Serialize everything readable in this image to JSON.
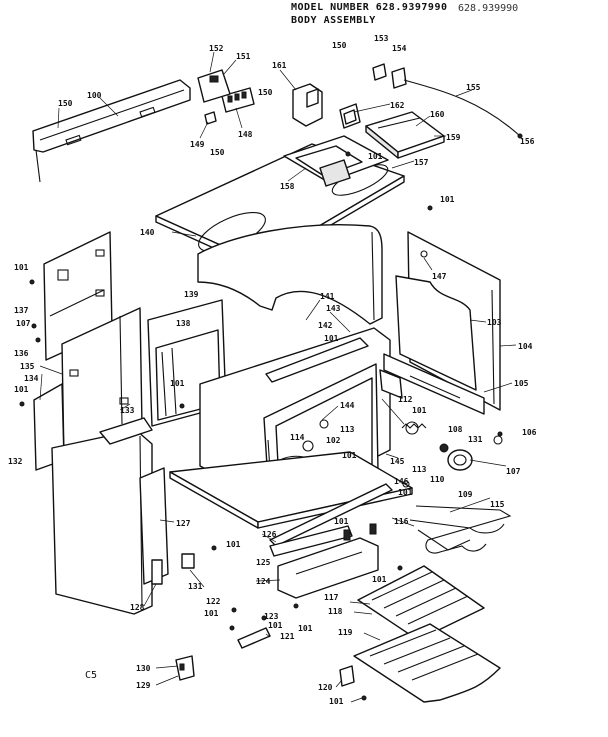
{
  "header": {
    "model_line": "MODEL NUMBER 628.9397990",
    "model_handwritten": "628.939990",
    "title": "BODY ASSEMBLY"
  },
  "diagram_code": "C5",
  "callouts": [
    {
      "id": "c-152",
      "label": "152"
    },
    {
      "id": "c-151",
      "label": "151"
    },
    {
      "id": "c-150a",
      "label": "150"
    },
    {
      "id": "c-100",
      "label": "100"
    },
    {
      "id": "c-150b",
      "label": "150"
    },
    {
      "id": "c-149",
      "label": "149"
    },
    {
      "id": "c-150c",
      "label": "150"
    },
    {
      "id": "c-148",
      "label": "148"
    },
    {
      "id": "c-161",
      "label": "161"
    },
    {
      "id": "c-150d",
      "label": "150"
    },
    {
      "id": "c-153",
      "label": "153"
    },
    {
      "id": "c-154a",
      "label": "154"
    },
    {
      "id": "c-155",
      "label": "155"
    },
    {
      "id": "c-162",
      "label": "162"
    },
    {
      "id": "c-160",
      "label": "160"
    },
    {
      "id": "c-159",
      "label": "159"
    },
    {
      "id": "c-156",
      "label": "156"
    },
    {
      "id": "c-101a",
      "label": "101"
    },
    {
      "id": "c-157",
      "label": "157"
    },
    {
      "id": "c-158",
      "label": "158"
    },
    {
      "id": "c-101b",
      "label": "101"
    },
    {
      "id": "c-140",
      "label": "140"
    },
    {
      "id": "c-147",
      "label": "147"
    },
    {
      "id": "c-101c",
      "label": "101"
    },
    {
      "id": "c-137",
      "label": "137"
    },
    {
      "id": "c-107",
      "label": "107"
    },
    {
      "id": "c-136",
      "label": "136"
    },
    {
      "id": "c-139",
      "label": "139"
    },
    {
      "id": "c-138",
      "label": "138"
    },
    {
      "id": "c-141",
      "label": "141"
    },
    {
      "id": "c-142",
      "label": "142"
    },
    {
      "id": "c-143",
      "label": "143"
    },
    {
      "id": "c-101d",
      "label": "101"
    },
    {
      "id": "c-103",
      "label": "103"
    },
    {
      "id": "c-104",
      "label": "104"
    },
    {
      "id": "c-135",
      "label": "135"
    },
    {
      "id": "c-134",
      "label": "134"
    },
    {
      "id": "c-101e",
      "label": "101"
    },
    {
      "id": "c-101f",
      "label": "101"
    },
    {
      "id": "c-133",
      "label": "133"
    },
    {
      "id": "c-132",
      "label": "132"
    },
    {
      "id": "c-105",
      "label": "105"
    },
    {
      "id": "c-144",
      "label": "144"
    },
    {
      "id": "c-112",
      "label": "112"
    },
    {
      "id": "c-101g",
      "label": "101"
    },
    {
      "id": "c-113a",
      "label": "113"
    },
    {
      "id": "c-108",
      "label": "108"
    },
    {
      "id": "c-114",
      "label": "114"
    },
    {
      "id": "c-102",
      "label": "102"
    },
    {
      "id": "c-101h",
      "label": "101"
    },
    {
      "id": "c-131a",
      "label": "131"
    },
    {
      "id": "c-106",
      "label": "106"
    },
    {
      "id": "c-145",
      "label": "145"
    },
    {
      "id": "c-113b",
      "label": "113"
    },
    {
      "id": "c-110",
      "label": "110"
    },
    {
      "id": "c-109",
      "label": "109"
    },
    {
      "id": "c-107b",
      "label": "107"
    },
    {
      "id": "c-146",
      "label": "146"
    },
    {
      "id": "c-101i",
      "label": "101"
    },
    {
      "id": "c-115",
      "label": "115"
    },
    {
      "id": "c-127",
      "label": "127"
    },
    {
      "id": "c-101j",
      "label": "101"
    },
    {
      "id": "c-126",
      "label": "126"
    },
    {
      "id": "c-116",
      "label": "116"
    },
    {
      "id": "c-101k",
      "label": "101"
    },
    {
      "id": "c-125",
      "label": "125"
    },
    {
      "id": "c-131b",
      "label": "131"
    },
    {
      "id": "c-124",
      "label": "124"
    },
    {
      "id": "c-101l",
      "label": "101"
    },
    {
      "id": "c-128",
      "label": "128"
    },
    {
      "id": "c-117",
      "label": "117"
    },
    {
      "id": "c-118",
      "label": "118"
    },
    {
      "id": "c-122",
      "label": "122"
    },
    {
      "id": "c-101m",
      "label": "101"
    },
    {
      "id": "c-123",
      "label": "123"
    },
    {
      "id": "c-101n",
      "label": "101"
    },
    {
      "id": "c-121",
      "label": "121"
    },
    {
      "id": "c-101o",
      "label": "101"
    },
    {
      "id": "c-119",
      "label": "119"
    },
    {
      "id": "c-130",
      "label": "130"
    },
    {
      "id": "c-129",
      "label": "129"
    },
    {
      "id": "c-120",
      "label": "120"
    },
    {
      "id": "c-101p",
      "label": "101"
    }
  ]
}
